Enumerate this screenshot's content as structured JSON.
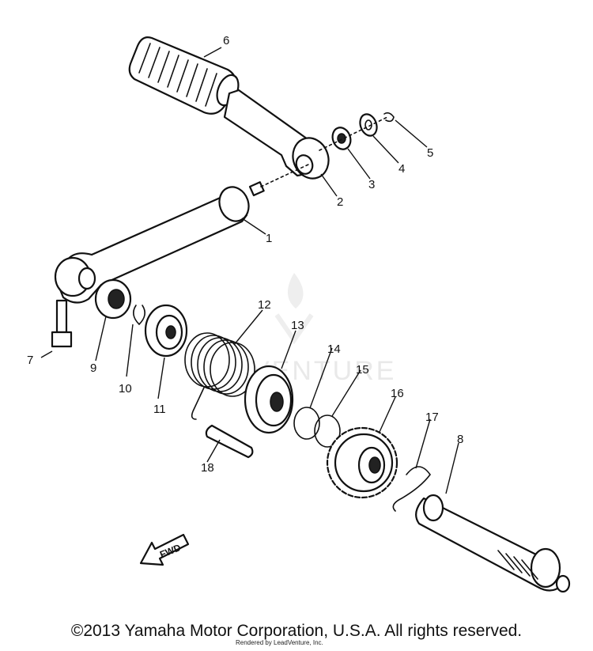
{
  "parts": [
    {
      "id": "p1",
      "label": "1"
    },
    {
      "id": "p2",
      "label": "2"
    },
    {
      "id": "p3",
      "label": "3"
    },
    {
      "id": "p4",
      "label": "4"
    },
    {
      "id": "p5",
      "label": "5"
    },
    {
      "id": "p6",
      "label": "6"
    },
    {
      "id": "p7",
      "label": "7"
    },
    {
      "id": "p8",
      "label": "8"
    },
    {
      "id": "p9",
      "label": "9"
    },
    {
      "id": "p10",
      "label": "10"
    },
    {
      "id": "p11",
      "label": "11"
    },
    {
      "id": "p12",
      "label": "12"
    },
    {
      "id": "p13",
      "label": "13"
    },
    {
      "id": "p14",
      "label": "14"
    },
    {
      "id": "p15",
      "label": "15"
    },
    {
      "id": "p16",
      "label": "16"
    },
    {
      "id": "p17",
      "label": "17"
    },
    {
      "id": "p18",
      "label": "18"
    }
  ],
  "direction_arrow": "FWD",
  "watermark": "VENTURE",
  "footer": {
    "copyright": "©2013 Yamaha Motor Corporation, U.S.A. All rights reserved.",
    "credit": "Rendered by LeadVenture, Inc."
  }
}
